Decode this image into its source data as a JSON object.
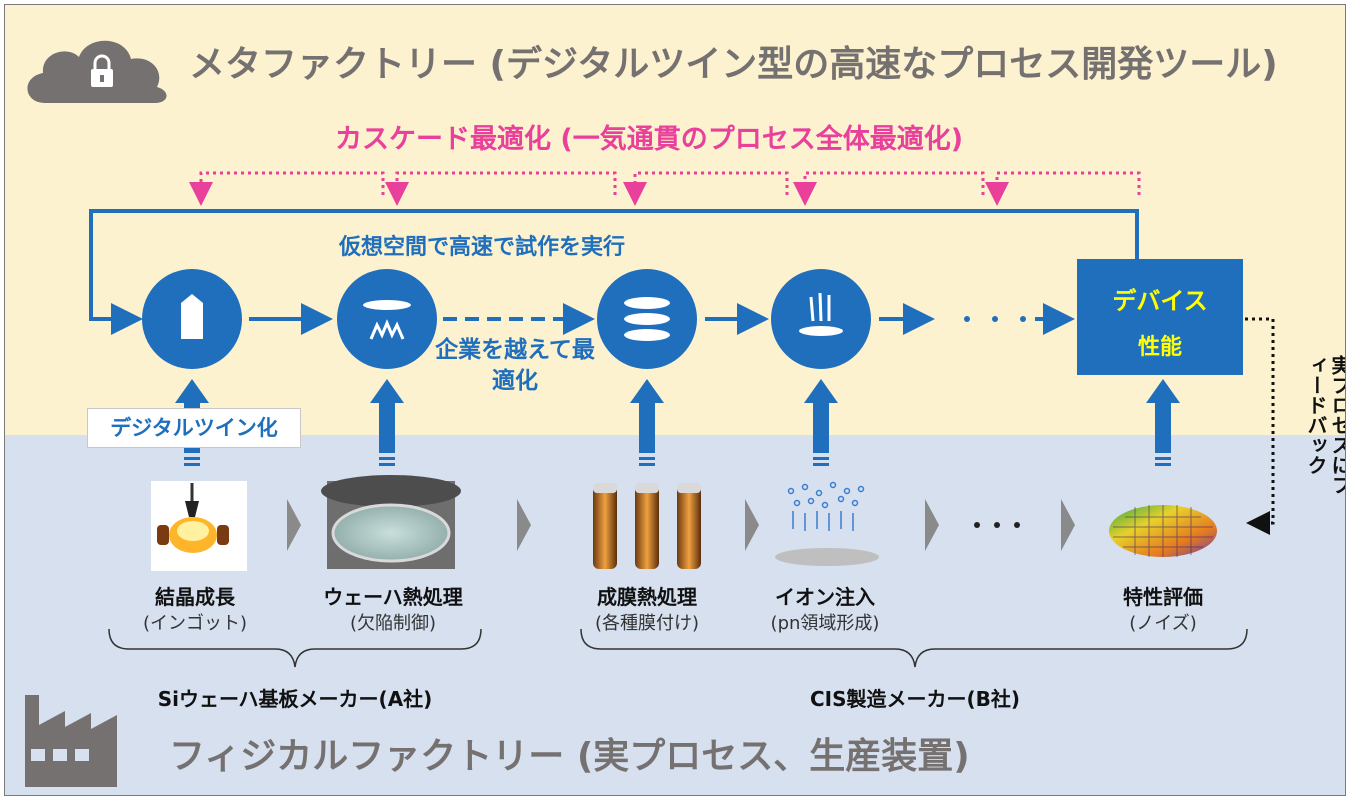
{
  "meta_title": "メタファクトリー (デジタルツイン型の高速なプロセス開発ツール)",
  "cascade_label": "カスケード最適化 (一気通貫のプロセス全体最適化)",
  "virtual_label": "仮想空間で高速で試作を実行",
  "cross_company_label": "企業を越えて最適化",
  "digital_twin_label": "デジタルツイン化",
  "device_box": {
    "line1": "デバイス",
    "line2": "性能"
  },
  "ellipsis": "・・・",
  "feedback_label": "実プロセスにフィードバック",
  "stages": [
    {
      "name": "結晶成長",
      "sub": "(インゴット)"
    },
    {
      "name": "ウェーハ熱処理",
      "sub": "(欠陥制御)"
    },
    {
      "name": "成膜熱処理",
      "sub": "(各種膜付け)"
    },
    {
      "name": "イオン注入",
      "sub": "(pn領域形成)"
    },
    {
      "name": "特性評価",
      "sub": "(ノイズ)"
    }
  ],
  "makers": {
    "a": "Siウェーハ基板メーカー(A社)",
    "b": "CIS製造メーカー(B社)"
  },
  "physical_title": "フィジカルファクトリー (実プロセス、生産装置)",
  "colors": {
    "blue": "#1f6fbd",
    "pink": "#e8409b",
    "gray": "#767171",
    "top_bg": "#fdf2cf",
    "bottom_bg": "#d6e0ef",
    "yellow": "#ffff00"
  },
  "icons": [
    "cloud-lock-icon",
    "factory-icon",
    "crystal-icon",
    "wafer-heat-icon",
    "film-layers-icon",
    "ion-implant-icon"
  ]
}
